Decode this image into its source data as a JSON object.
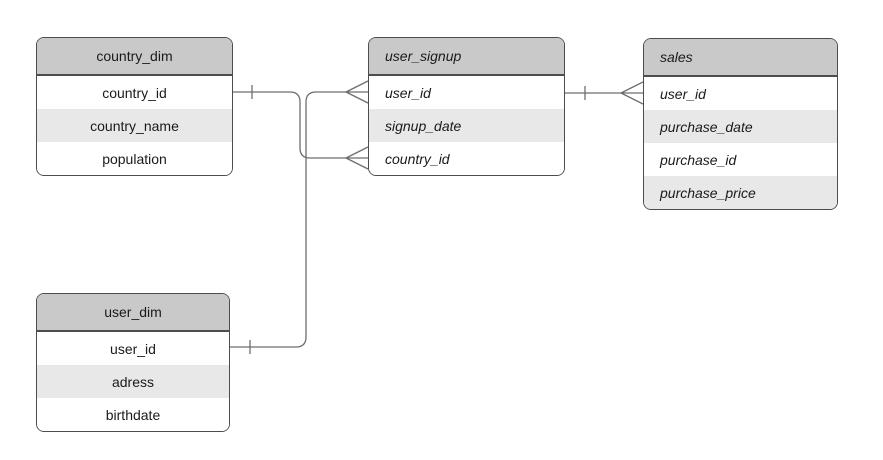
{
  "diagram": {
    "kind": "entity-relationship",
    "background": "#ffffff",
    "colors": {
      "bg": "#ffffff",
      "header_fill": "#c9c9c9",
      "row_fill": "#ffffff",
      "row_alt_fill": "#e8e8e8",
      "table_border": "#4d4d4d",
      "connector": "#6e6e6e",
      "text": "#1a1a1a"
    },
    "tables": [
      {
        "title": "country_dim",
        "fields": [
          "country_id",
          "country_name",
          "population"
        ]
      },
      {
        "title": "user_signup",
        "fields": [
          "user_id",
          "signup_date",
          "country_id"
        ]
      },
      {
        "title": "sales",
        "fields": [
          "user_id",
          "purchase_date",
          "purchase_id",
          "purchase_price"
        ]
      },
      {
        "title": "user_dim",
        "fields": [
          "user_id",
          "adress",
          "birthdate"
        ]
      }
    ],
    "relationships": [
      {
        "from_table": "country_dim",
        "from_field": "country_id",
        "to_table": "user_signup",
        "to_field": "country_id",
        "from_cardinality": "one",
        "to_cardinality": "many"
      },
      {
        "from_table": "user_dim",
        "from_field": "user_id",
        "to_table": "user_signup",
        "to_field": "user_id",
        "from_cardinality": "one",
        "to_cardinality": "many"
      },
      {
        "from_table": "user_signup",
        "from_field": "user_id",
        "to_table": "sales",
        "to_field": "user_id",
        "from_cardinality": "one",
        "to_cardinality": "many"
      }
    ]
  }
}
